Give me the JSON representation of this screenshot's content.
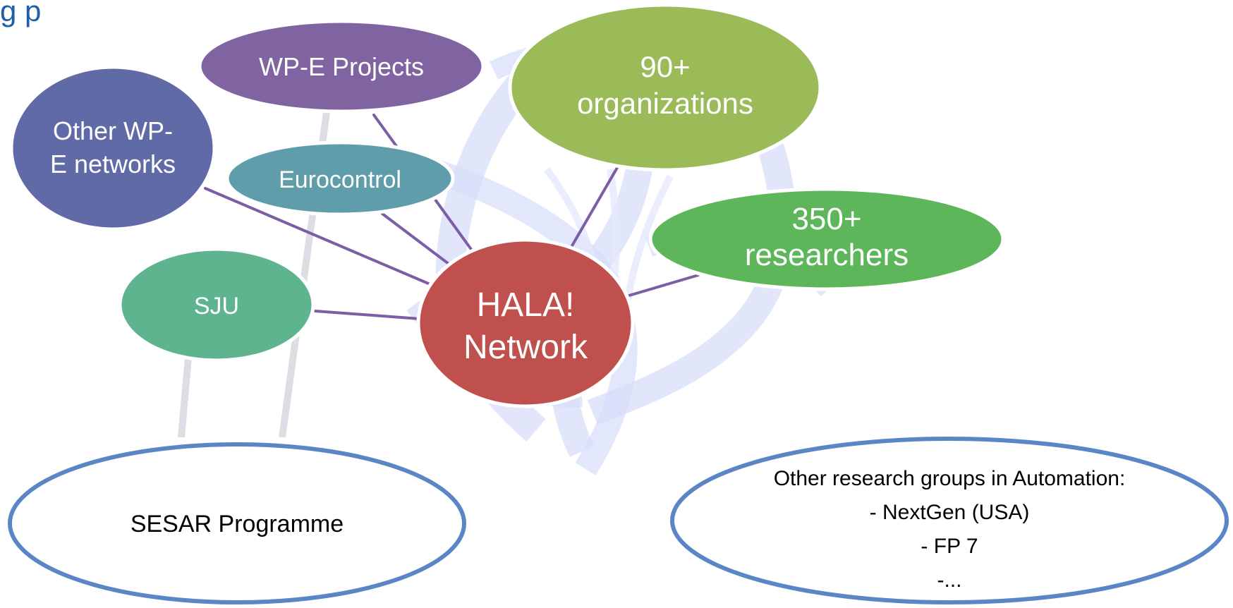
{
  "title_visible_fragment": "g p",
  "colors": {
    "title": "#1f5fa8",
    "connector": "#7b5ea5",
    "watermark": "#d7ddfa",
    "pillar": "#cfcad6",
    "other_wp_e_networks": "#5f6aa7",
    "wp_e_projects": "#8064a2",
    "eurocontrol": "#5f9dab",
    "organizations": "#9bbb59",
    "researchers": "#5db75a",
    "sju": "#5eb48e",
    "hala_network": "#c0504d",
    "outline_ellipse": "#5b86c5"
  },
  "nodes": {
    "other_wp_e_networks": {
      "line1": "Other WP-",
      "line2": "E networks"
    },
    "wp_e_projects": {
      "label": "WP-E Projects"
    },
    "eurocontrol": {
      "label": "Eurocontrol"
    },
    "organizations": {
      "line1": "90+",
      "line2": "organizations"
    },
    "researchers": {
      "line1": "350+",
      "line2": "researchers"
    },
    "sju": {
      "label": "SJU"
    },
    "hala_network": {
      "line1": "HALA!",
      "line2": "Network"
    },
    "sesar_programme": {
      "label": "SESAR Programme"
    },
    "other_research_groups": {
      "line1": "Other research groups in Automation:",
      "line2": "- NextGen (USA)",
      "line3": "- FP 7",
      "line4": "-..."
    }
  }
}
